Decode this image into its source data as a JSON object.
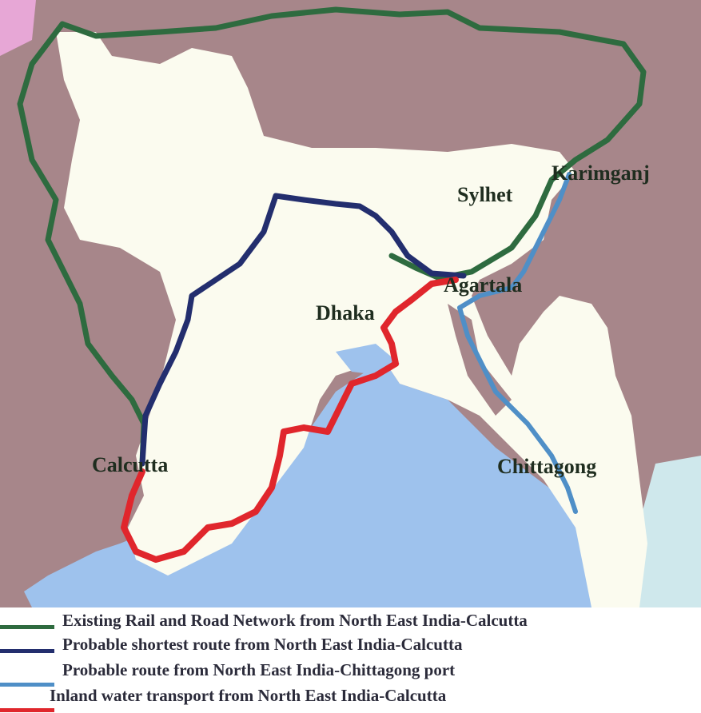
{
  "colors": {
    "background_land": "#a7868a",
    "bangladesh_land": "#fbfbef",
    "sea": "#9ec2ed",
    "rail_road": "#2e6b3f",
    "shortest_route": "#232e6e",
    "chittagong_route": "#4f8fc7",
    "inland_water": "#e0262c",
    "label": "#1f2d1f"
  },
  "cities": {
    "karimganj": "Karimganj",
    "sylhet": "Sylhet",
    "agartala": "Agartala",
    "dhaka": "Dhaka",
    "calcutta": "Calcutta",
    "chittagong": "Chittagong"
  },
  "legend": {
    "rail_road": "Existing Rail and Road Network from North East India-Calcutta",
    "shortest_route": "Probable shortest route from North East India-Calcutta",
    "chittagong_route": "Probable route from North East India-Chittagong port",
    "inland_water": "Inland water transport from North East India-Calcutta"
  }
}
